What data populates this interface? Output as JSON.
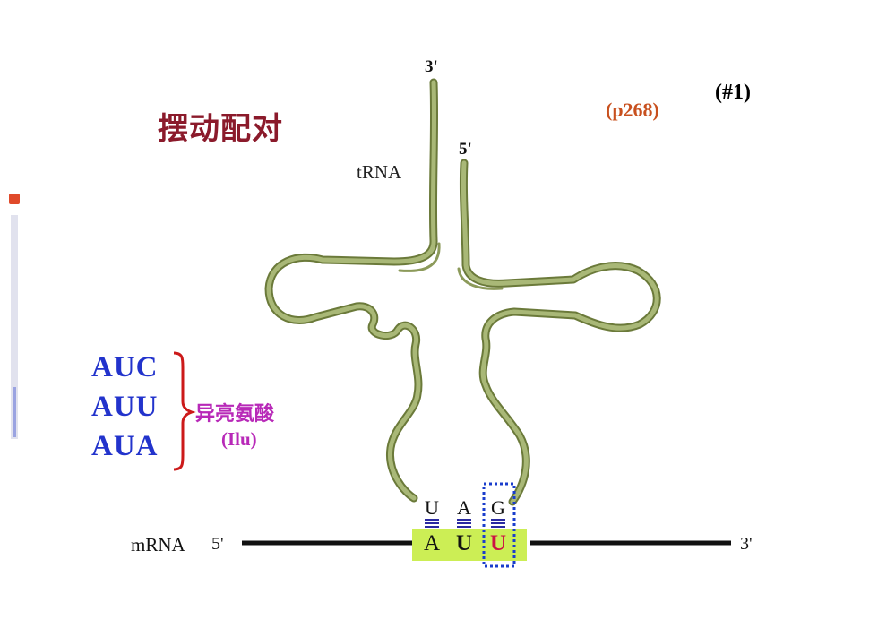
{
  "title": "摆动配对",
  "slide_number": "(#1)",
  "page_ref": "(p268)",
  "trna": {
    "label": "tRNA",
    "end_3": "3'",
    "end_5": "5'"
  },
  "codons": [
    "AUC",
    "AUU",
    "AUA"
  ],
  "amino_acid": {
    "name": "异亮氨酸",
    "abbr": "(Ilu)"
  },
  "mrna": {
    "label": "mRNA",
    "end_5": "5'",
    "end_3": "3'"
  },
  "anticodon": [
    "U",
    "A",
    "G"
  ],
  "codon_bases": [
    "A",
    "U",
    "U"
  ],
  "colors": {
    "title": "#8b1a2b",
    "codon_text": "#2233cc",
    "amino_acid_text": "#b829b8",
    "page_ref": "#c8501e",
    "trna_strand": "#8c9a5a",
    "codon_highlight": "#ccee55",
    "wobble_base": "#cc1144",
    "wobble_box": "#1a3dcc",
    "pairing_bars": "#2a2aa0"
  }
}
